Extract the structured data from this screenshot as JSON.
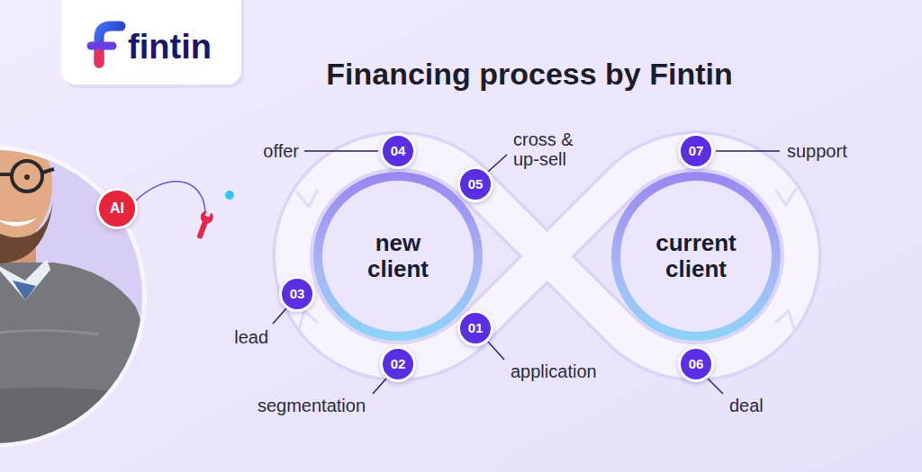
{
  "diagram": {
    "title": "Financing process by Fintin",
    "nodes": [
      {
        "text": [
          "fintin"
        ]
      },
      {
        "text": [
          "04"
        ]
      },
      {
        "text": [
          "05"
        ]
      },
      {
        "text": [
          "07"
        ]
      },
      {
        "text": [
          "AI"
        ]
      },
      {
        "text": [
          "new client"
        ]
      },
      {
        "text": [
          "current client"
        ]
      },
      {
        "text": [
          "03"
        ]
      },
      {
        "text": [
          "01"
        ]
      },
      {
        "text": [
          "02"
        ]
      },
      {
        "text": [
          "06"
        ]
      }
    ],
    "labels": [
      "offer",
      "cross & up-sell",
      "support",
      "lead",
      "application",
      "segmentation",
      "deal"
    ]
  }
}
